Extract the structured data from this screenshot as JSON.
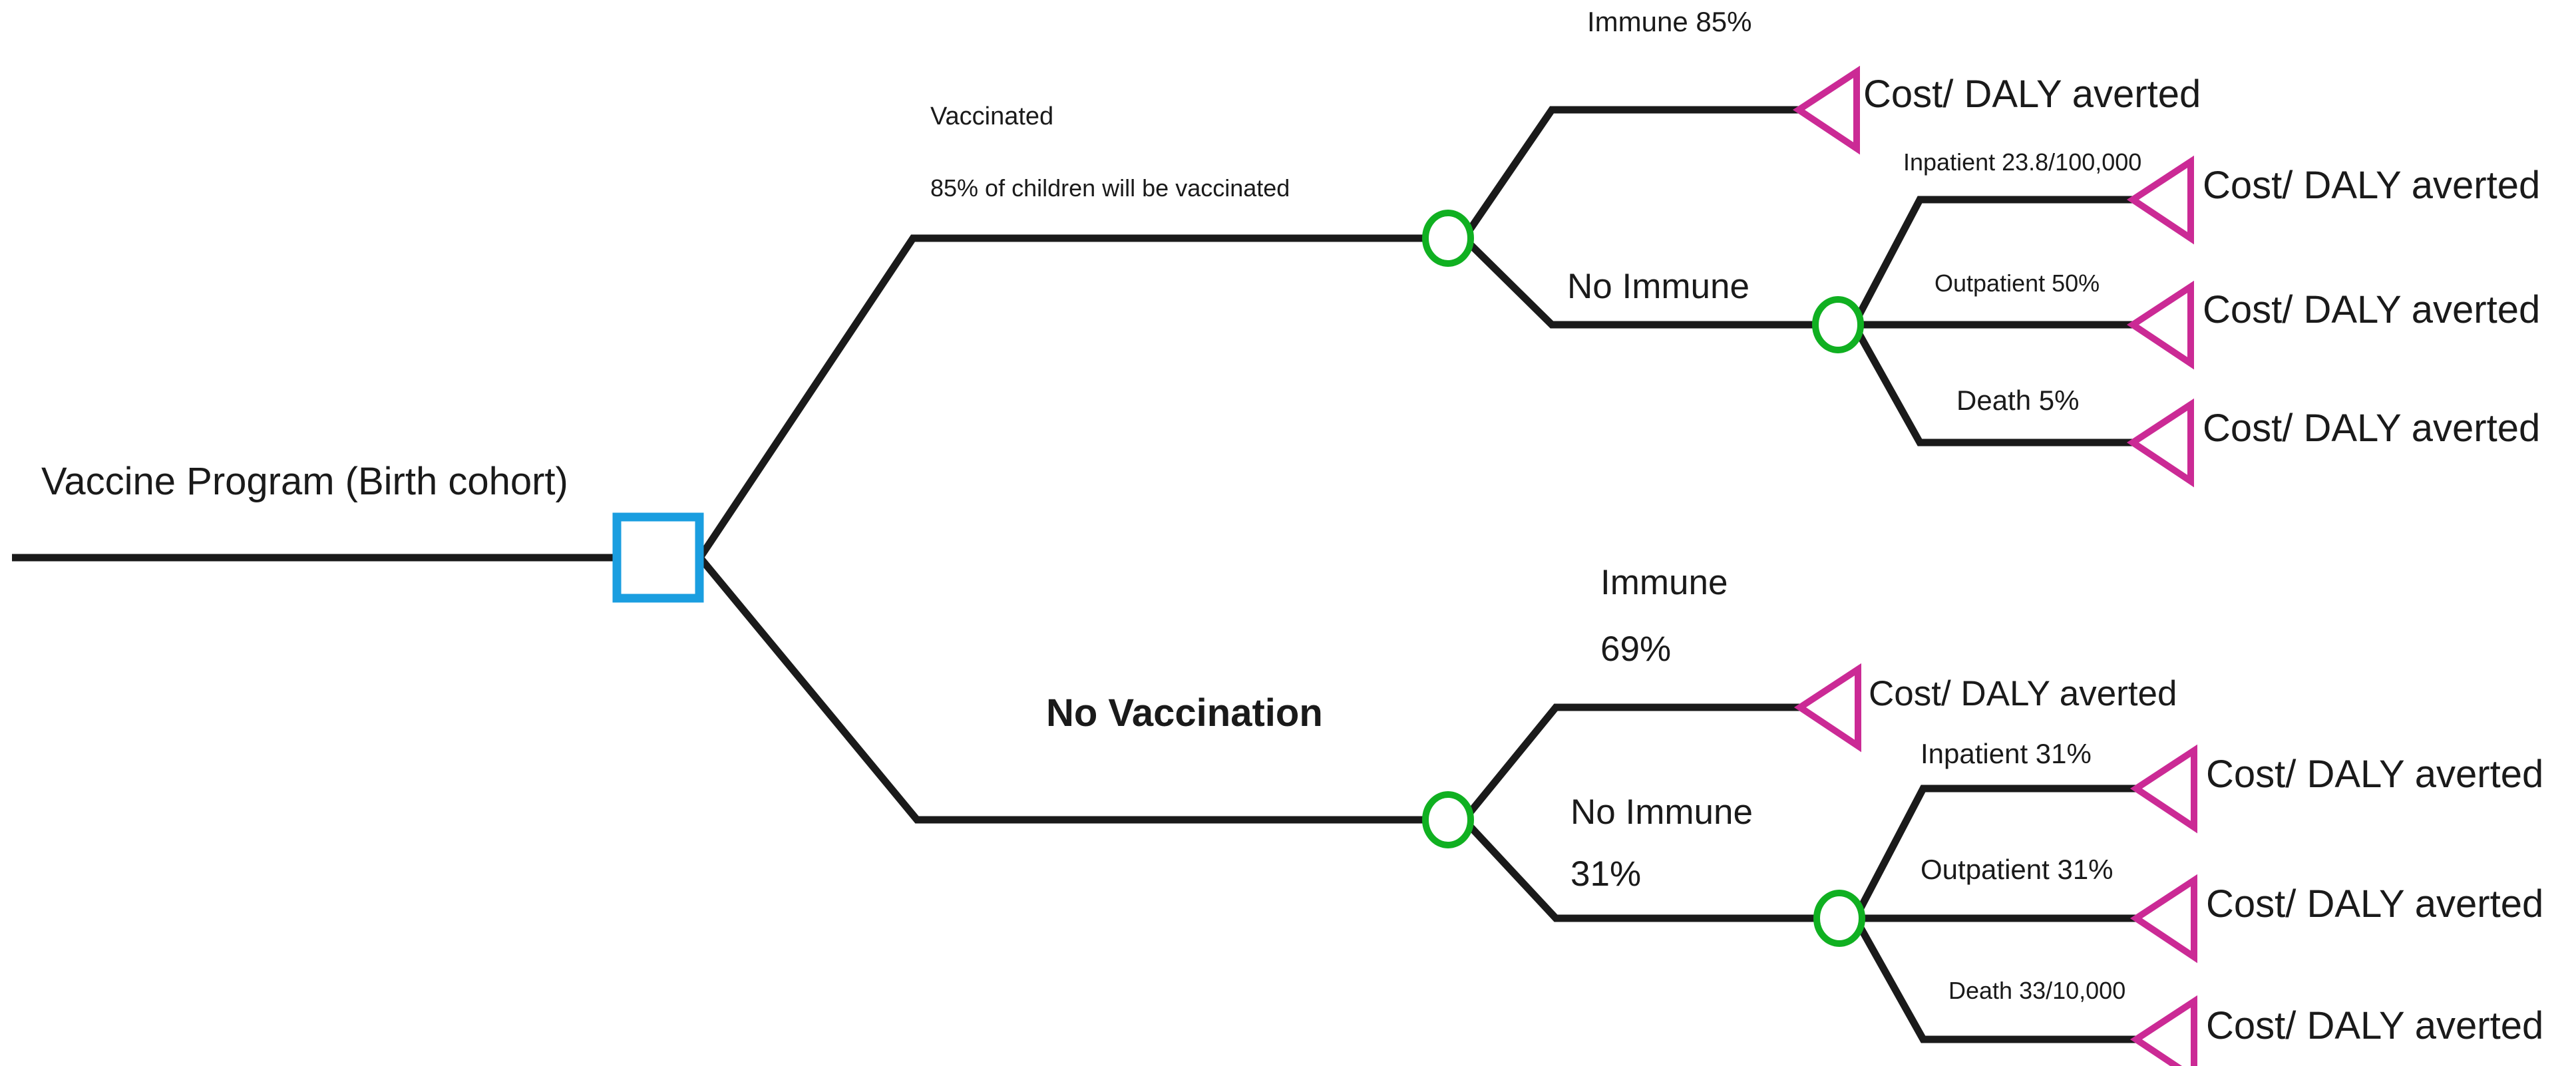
{
  "diagram": {
    "title": "Vaccine Program (Birth cohort) decision tree",
    "type": "decision-tree"
  },
  "colors": {
    "decision_node": "#1A9EE0",
    "chance_node": "#10B021",
    "terminal_node": "#CB2A95",
    "branch_line": "#1a1a1a",
    "text": "#1a1a1a",
    "background": "#ffffff"
  },
  "root": {
    "label": "Vaccine Program (Birth cohort)",
    "node_type": "decision-square"
  },
  "branches": {
    "vaccinated": {
      "label": "Vaccinated",
      "sublabel": "85% of children will be vaccinated"
    },
    "no_vaccination": {
      "label": "No Vaccination"
    }
  },
  "events": {
    "vaccinated_immune": "Immune 85%",
    "vaccinated_no_immune": "No Immune",
    "vaccinated_inpatient": "Inpatient 23.8/100,000",
    "vaccinated_outpatient": "Outpatient 50%",
    "vaccinated_death": "Death 5%",
    "novax_immune_line1": "Immune",
    "novax_immune_line2": "69%",
    "novax_no_immune_line1": "No Immune",
    "novax_no_immune_line2": "31%",
    "novax_inpatient": "Inpatient 31%",
    "novax_outpatient": "Outpatient 31%",
    "novax_death": "Death 33/10,000"
  },
  "terminals": {
    "payoff": "Cost/ DALY averted"
  },
  "icon_names": {
    "decision": "decision-square-icon",
    "chance": "chance-circle-icon",
    "terminal": "terminal-triangle-icon"
  },
  "chart_data": {
    "type": "tree",
    "title": "Vaccine Program (Birth cohort)",
    "root": "Vaccine Program (Birth cohort)",
    "nodes": [
      {
        "id": "root",
        "kind": "decision",
        "label": "Vaccine Program (Birth cohort)",
        "children": [
          "vaccinated",
          "no_vaccination"
        ]
      },
      {
        "id": "vaccinated",
        "kind": "chance",
        "branch_label": "Vaccinated",
        "branch_sublabel": "85% of children will be vaccinated",
        "probability": 0.85,
        "children": [
          "vax_immune",
          "vax_no_immune"
        ]
      },
      {
        "id": "vax_immune",
        "kind": "terminal",
        "branch_label": "Immune 85%",
        "probability": 0.85,
        "payoff": "Cost/ DALY averted"
      },
      {
        "id": "vax_no_immune",
        "kind": "chance",
        "branch_label": "No Immune",
        "children": [
          "vax_inpatient",
          "vax_outpatient",
          "vax_death"
        ]
      },
      {
        "id": "vax_inpatient",
        "kind": "terminal",
        "branch_label": "Inpatient 23.8/100,000",
        "rate": "23.8 per 100,000",
        "payoff": "Cost/ DALY averted"
      },
      {
        "id": "vax_outpatient",
        "kind": "terminal",
        "branch_label": "Outpatient 50%",
        "probability": 0.5,
        "payoff": "Cost/ DALY averted"
      },
      {
        "id": "vax_death",
        "kind": "terminal",
        "branch_label": "Death 5%",
        "probability": 0.05,
        "payoff": "Cost/ DALY averted"
      },
      {
        "id": "no_vaccination",
        "kind": "chance",
        "branch_label": "No Vaccination",
        "children": [
          "nv_immune",
          "nv_no_immune"
        ]
      },
      {
        "id": "nv_immune",
        "kind": "terminal",
        "branch_label": "Immune 69%",
        "probability": 0.69,
        "payoff": "Cost/ DALY averted"
      },
      {
        "id": "nv_no_immune",
        "kind": "chance",
        "branch_label": "No Immune 31%",
        "probability": 0.31,
        "children": [
          "nv_inpatient",
          "nv_outpatient",
          "nv_death"
        ]
      },
      {
        "id": "nv_inpatient",
        "kind": "terminal",
        "branch_label": "Inpatient 31%",
        "probability": 0.31,
        "payoff": "Cost/ DALY averted"
      },
      {
        "id": "nv_outpatient",
        "kind": "terminal",
        "branch_label": "Outpatient 31%",
        "probability": 0.31,
        "payoff": "Cost/ DALY averted"
      },
      {
        "id": "nv_death",
        "kind": "terminal",
        "branch_label": "Death 33/10,000",
        "rate": "33 per 10,000",
        "payoff": "Cost/ DALY averted"
      }
    ]
  }
}
